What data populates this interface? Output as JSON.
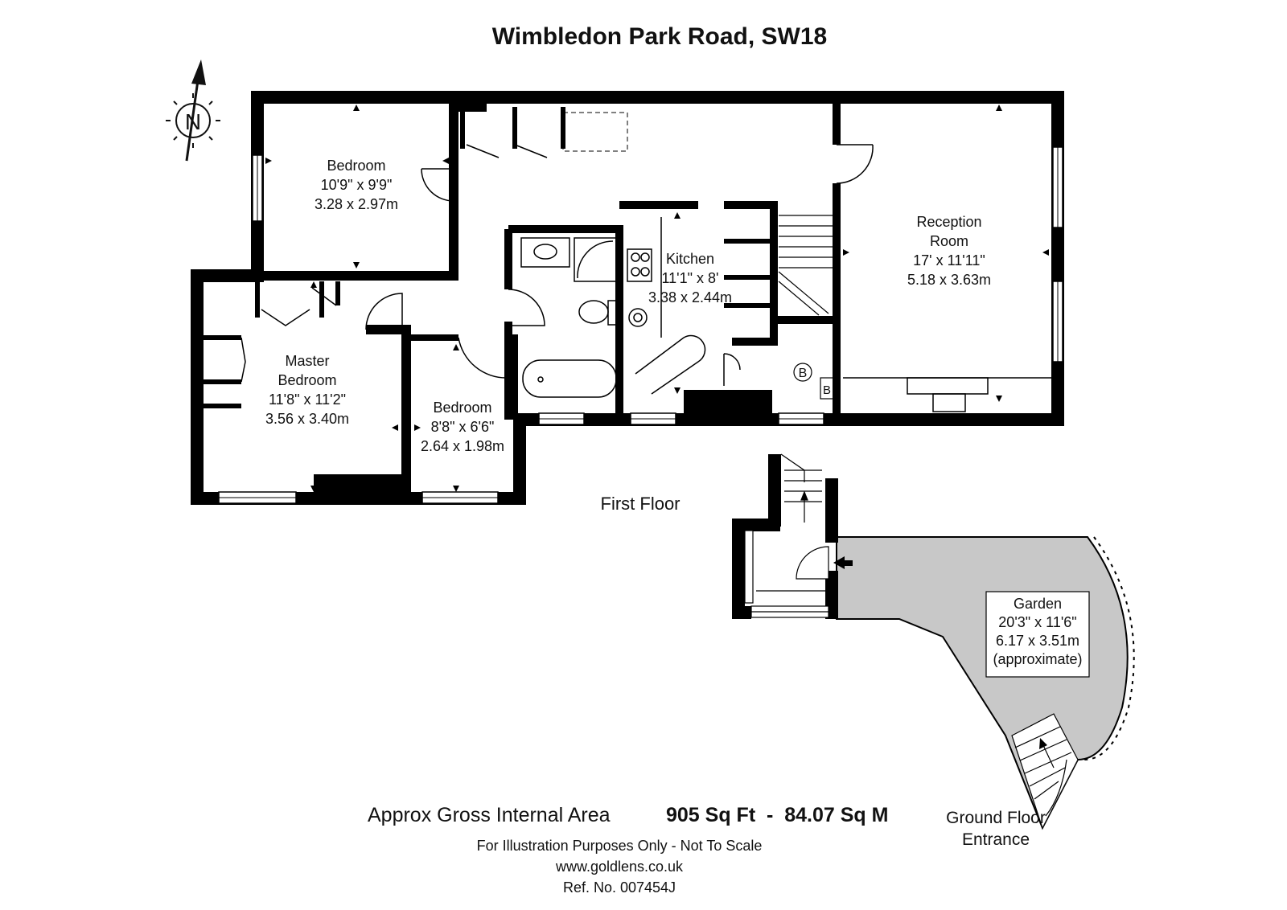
{
  "title": "Wimbledon Park Road, SW18",
  "compass": {
    "letter": "N"
  },
  "rooms": {
    "bedroom1": {
      "name": "Bedroom",
      "imperial": "10'9\" x 9'9\"",
      "metric": "3.28 x 2.97m"
    },
    "kitchen": {
      "name": "Kitchen",
      "imperial": "11'1\" x 8'",
      "metric": "3.38 x 2.44m"
    },
    "reception": {
      "name1": "Reception",
      "name2": "Room",
      "imperial": "17' x 11'11\"",
      "metric": "5.18 x 3.63m"
    },
    "master": {
      "name1": "Master",
      "name2": "Bedroom",
      "imperial": "11'8\" x 11'2\"",
      "metric": "3.56 x 3.40m"
    },
    "bedroom2": {
      "name": "Bedroom",
      "imperial": "8'8\" x 6'6\"",
      "metric": "2.64 x 1.98m"
    },
    "garden": {
      "name": "Garden",
      "imperial": "20'3\" x 11'6\"",
      "metric": "6.17 x 3.51m",
      "note": "(approximate)"
    }
  },
  "markers": {
    "boiler_circle": "B",
    "boiler_box": "B"
  },
  "floors": {
    "first": "First Floor",
    "ground_line1": "Ground Floor",
    "ground_line2": "Entrance"
  },
  "area": {
    "label": "Approx Gross Internal Area",
    "value": "905 Sq Ft  -  84.07 Sq M"
  },
  "footer": {
    "disclaimer": "For Illustration Purposes Only - Not To Scale",
    "website": "www.goldlens.co.uk",
    "ref": "Ref. No. 007454J"
  },
  "colors": {
    "wall": "#000000",
    "garden_fill": "#c8c8c8"
  }
}
